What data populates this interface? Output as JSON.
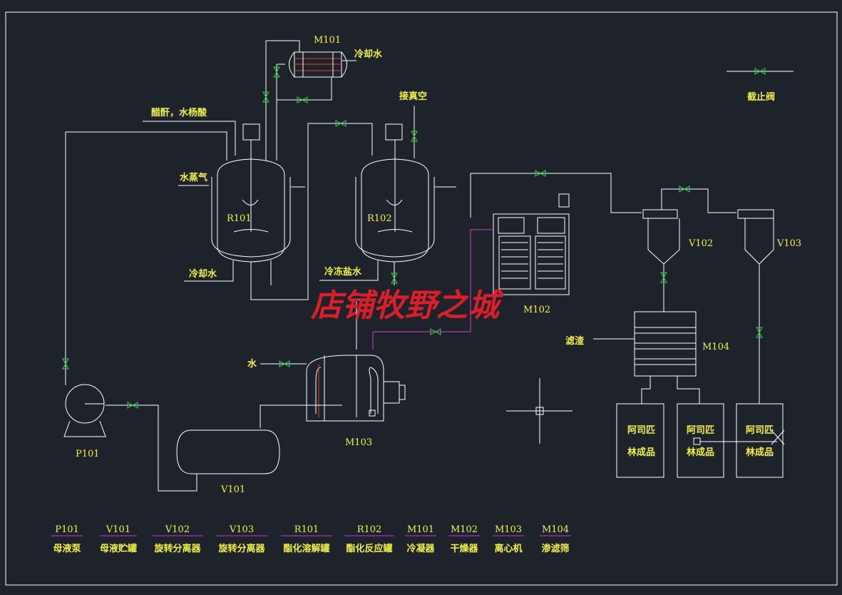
{
  "labels": {
    "M101": "M101",
    "cooling_water_top": "冷却水",
    "vacuum": "接真空",
    "acetic_salicylic": "醋酐，水杨酸",
    "steam": "水蒸气",
    "R101": "R101",
    "R102": "R102",
    "cooling_water_bottom": "冷却水",
    "brine": "冷冻盐水",
    "M102": "M102",
    "V102": "V102",
    "V103": "V103",
    "M104": "M104",
    "filter_residue": "滤渣",
    "water": "水",
    "M103": "M103",
    "P101": "P101",
    "V101": "V101",
    "product_1": [
      "阿司匹",
      "林成品"
    ],
    "product_2": [
      "阿司匹",
      "林成品"
    ],
    "product_3": [
      "阿司匹",
      "林成品"
    ],
    "valve_legend": "截止阀",
    "watermark": "店铺牧野之城"
  },
  "legend": [
    {
      "code": "P101",
      "name": "母液泵"
    },
    {
      "code": "V101",
      "name": "母液贮罐"
    },
    {
      "code": "V102",
      "name": "旋转分离器"
    },
    {
      "code": "V103",
      "name": "旋转分离器"
    },
    {
      "code": "R101",
      "name": "酯化溶解罐"
    },
    {
      "code": "R102",
      "name": "酯化反应罐"
    },
    {
      "code": "M101",
      "name": "冷凝器"
    },
    {
      "code": "M102",
      "name": "干燥器"
    },
    {
      "code": "M103",
      "name": "离心机"
    },
    {
      "code": "M104",
      "name": "渗滤筛"
    }
  ],
  "colors": {
    "background": "#1e232b",
    "line": "#ffffff",
    "label": "#f0f04a",
    "valve": "#3bd24a",
    "magenta_pipe": "#d23fd2",
    "watermark": "#d81f2a"
  }
}
